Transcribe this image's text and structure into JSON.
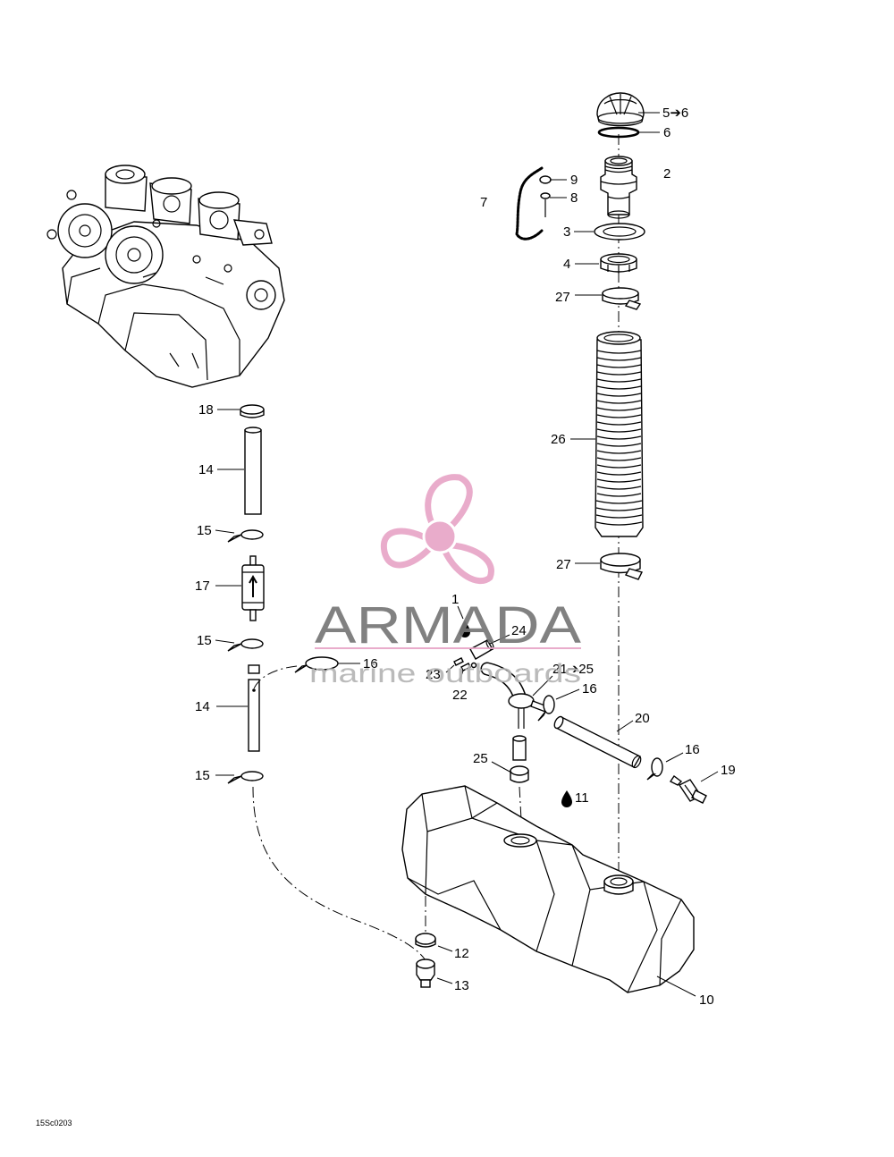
{
  "figure_code": "15Sc0203",
  "watermark": {
    "brand": "ARMADA",
    "tagline": "marine outboards"
  },
  "colors": {
    "ink": "#000000",
    "watermark_pink": "#e8a6c7",
    "watermark_text": "#777777",
    "watermark_tagline": "#b5b5b5"
  },
  "icons": [
    "sealant-drop-icon",
    "propeller-logo-icon"
  ],
  "callouts": [
    "5➔6",
    "6",
    "2",
    "9",
    "8",
    "7",
    "3",
    "4",
    "27",
    "26",
    "27",
    "18",
    "14",
    "15",
    "17",
    "15",
    "16",
    "14",
    "15",
    "1",
    "24",
    "23",
    "22",
    "21➔25",
    "16",
    "20",
    "25",
    "11",
    "16",
    "19",
    "12",
    "13",
    "10"
  ]
}
